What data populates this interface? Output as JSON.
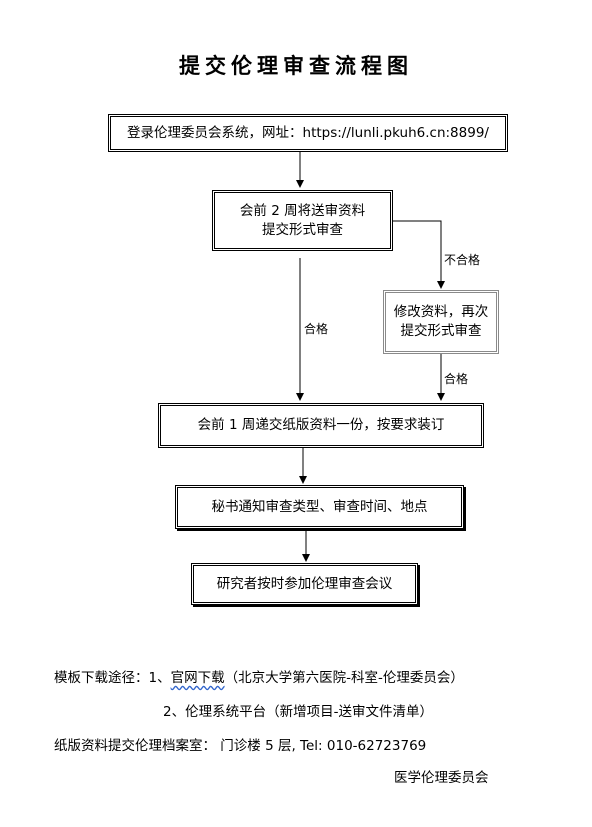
{
  "title": "提交伦理审查流程图",
  "flow": {
    "step1": "登录伦理委员会系统，网址：https://lunli.pkuh6.cn:8899/",
    "step2": "会前 2 周将送审资料\n提交形式审查",
    "step_revise": "修改资料，再次\n提交形式审查",
    "step3": "会前 1 周递交纸版资料一份，按要求装订",
    "step4": "秘书通知审查类型、审查时间、地点",
    "step5": "研究者按时参加伦理审查会议",
    "label_fail": "不合格",
    "label_pass_left": "合格",
    "label_pass_right": "合格"
  },
  "footer": {
    "download_prefix": "模板下载途径：1、",
    "download_link": "官网下载",
    "download_suffix": "（北京大学第六医院-科室-伦理委员会）",
    "download_2": "2、伦理系统平台（新增项目-送审文件清单）",
    "archive": "纸版资料提交伦理档案室：  门诊楼 5 层, Tel: 010-62723769",
    "signature": "医学伦理委员会"
  }
}
